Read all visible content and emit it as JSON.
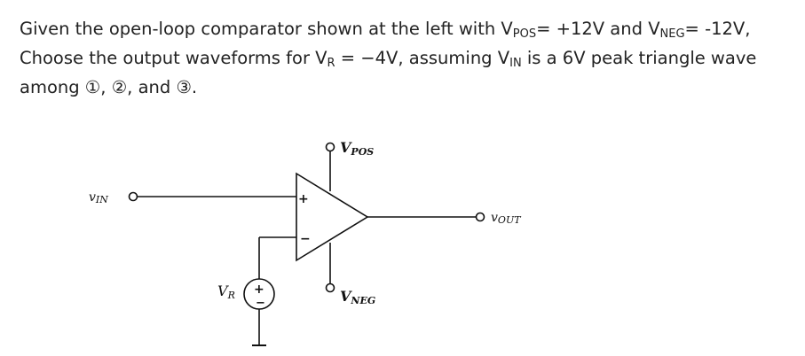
{
  "question": {
    "line1_a": "Given the open-loop comparator shown at the left with V",
    "line1_pos_sub": "POS",
    "line1_b": "= +12V and V",
    "line1_neg_sub": "NEG",
    "line1_c": "= -12V,",
    "line2_a": "Choose the output waveforms for V",
    "line2_r_sub": "R",
    "line2_b": " = −4V, assuming V",
    "line2_in_sub": "IN",
    "line2_c": " is a 6V peak triangle wave",
    "line3": "among ①, ②, and ③."
  },
  "circuit": {
    "vin_main": "v",
    "vin_sub": "IN",
    "vout_main": "v",
    "vout_sub": "OUT",
    "vpos_main": "V",
    "vpos_sub": "POS",
    "vneg_main": "V",
    "vneg_sub": "NEG",
    "vr_main": "V",
    "vr_sub": "R",
    "plus_input": "+",
    "minus_input": "−",
    "source_plus": "+",
    "source_minus": "−"
  }
}
